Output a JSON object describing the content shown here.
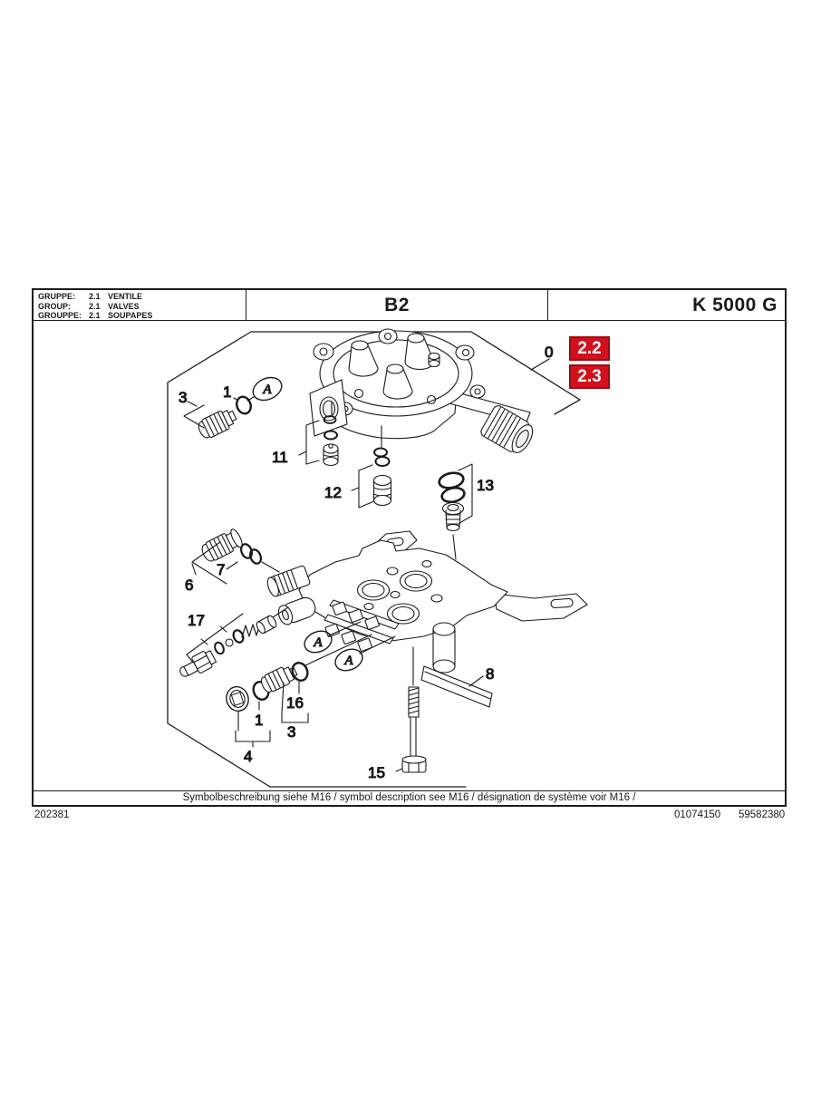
{
  "page": {
    "background": "#ffffff",
    "ink_color": "#1b1b1b",
    "accent_red": "#d2111d"
  },
  "header": {
    "rows": [
      {
        "label": "GRUPPE:",
        "code": "2.1",
        "name": "VENTILE"
      },
      {
        "label": "GROUP:",
        "code": "2.1",
        "name": "VALVES"
      },
      {
        "label": "GROUPPE:",
        "code": "2.1",
        "name": "SOUPAPES"
      }
    ],
    "page_code": "B2",
    "model": "K 5000 G"
  },
  "diagram": {
    "assembly_callout": "0",
    "section_refs": [
      "2.2",
      "2.3"
    ],
    "detail_marker": "A",
    "callouts": {
      "c3_top": "3",
      "c1_top": "1",
      "c11": "11",
      "c12": "12",
      "c13": "13",
      "c6": "6",
      "c7": "7",
      "c17": "17",
      "c8": "8",
      "c16": "16",
      "c1_bottom": "1",
      "c3_bottom": "3",
      "c4": "4",
      "c15": "15"
    }
  },
  "footer": {
    "symbol_note": "Symbolbeschreibung siehe M16 / symbol description see M16 / désignation de système voir M16 /",
    "doc_number": "202381",
    "ref_left": "01074150",
    "ref_right": "59582380"
  }
}
